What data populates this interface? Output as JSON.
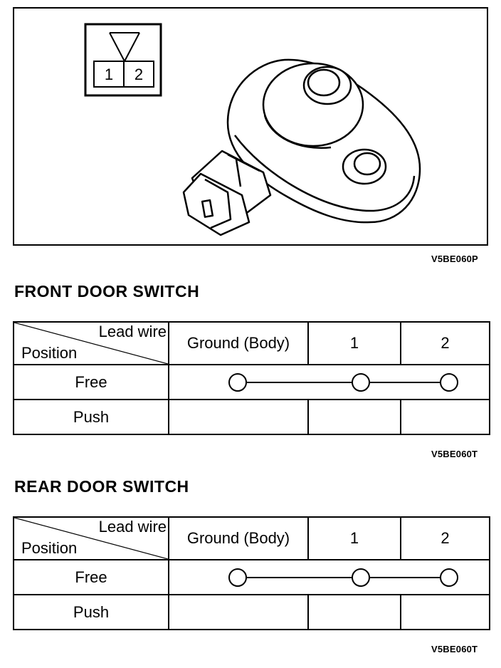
{
  "figure": {
    "connector_pins": [
      "1",
      "2"
    ],
    "code": "V5BE060P"
  },
  "front": {
    "title": "FRONT DOOR SWITCH",
    "code": "V5BE060T"
  },
  "rear": {
    "title": "REAR DOOR SWITCH",
    "code": "V5BE060T"
  },
  "table": {
    "header_lead_wire": "Lead wire",
    "header_position": "Position",
    "columns": [
      "Ground (Body)",
      "1",
      "2"
    ],
    "rows": [
      {
        "label": "Free",
        "continuity": [
          "Ground (Body)",
          "1",
          "2"
        ]
      },
      {
        "label": "Push",
        "continuity": []
      }
    ]
  }
}
